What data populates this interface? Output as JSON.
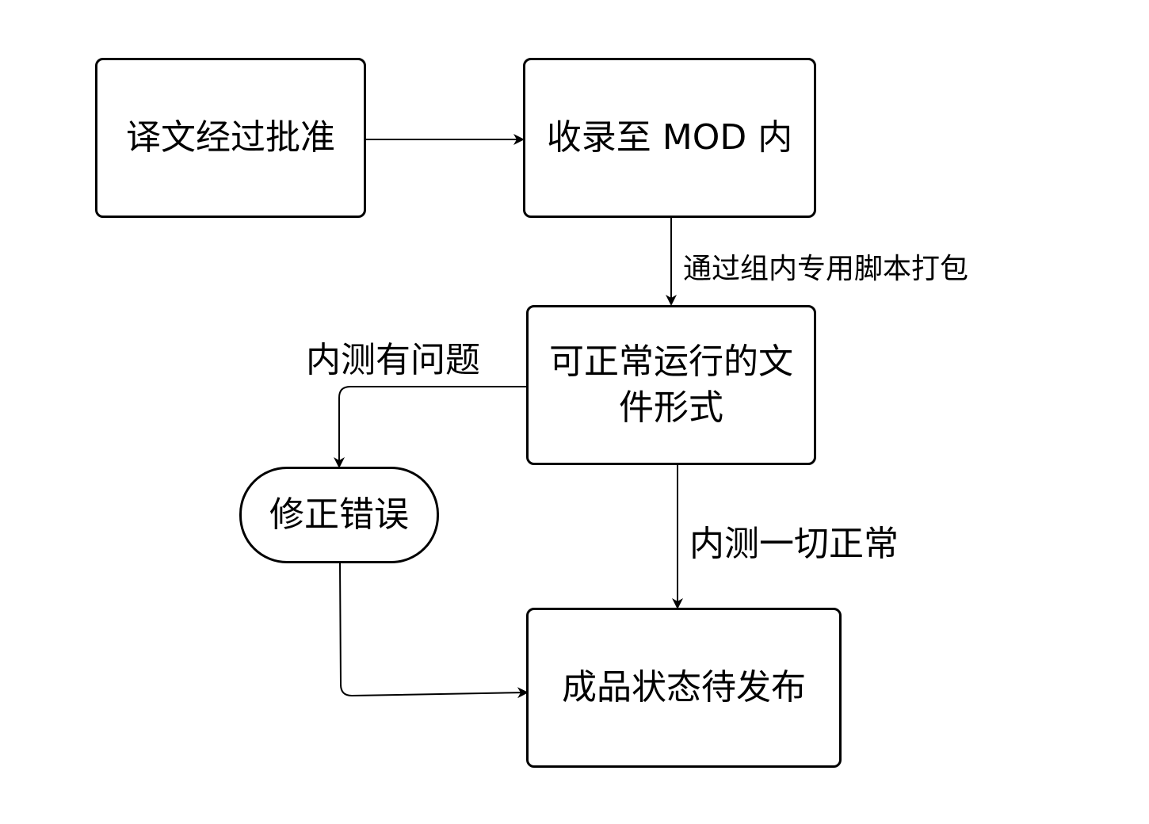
{
  "nodes": {
    "approved": "译文经过批准",
    "included": "收录至 MOD 内",
    "runnable": "可正常运行的文件形式",
    "fix": "修正错误",
    "pending": "成品状态待发布"
  },
  "edge_labels": {
    "pack": "通过组内专用脚本打包",
    "issue": "内测有问题",
    "ok": "内测一切正常"
  }
}
